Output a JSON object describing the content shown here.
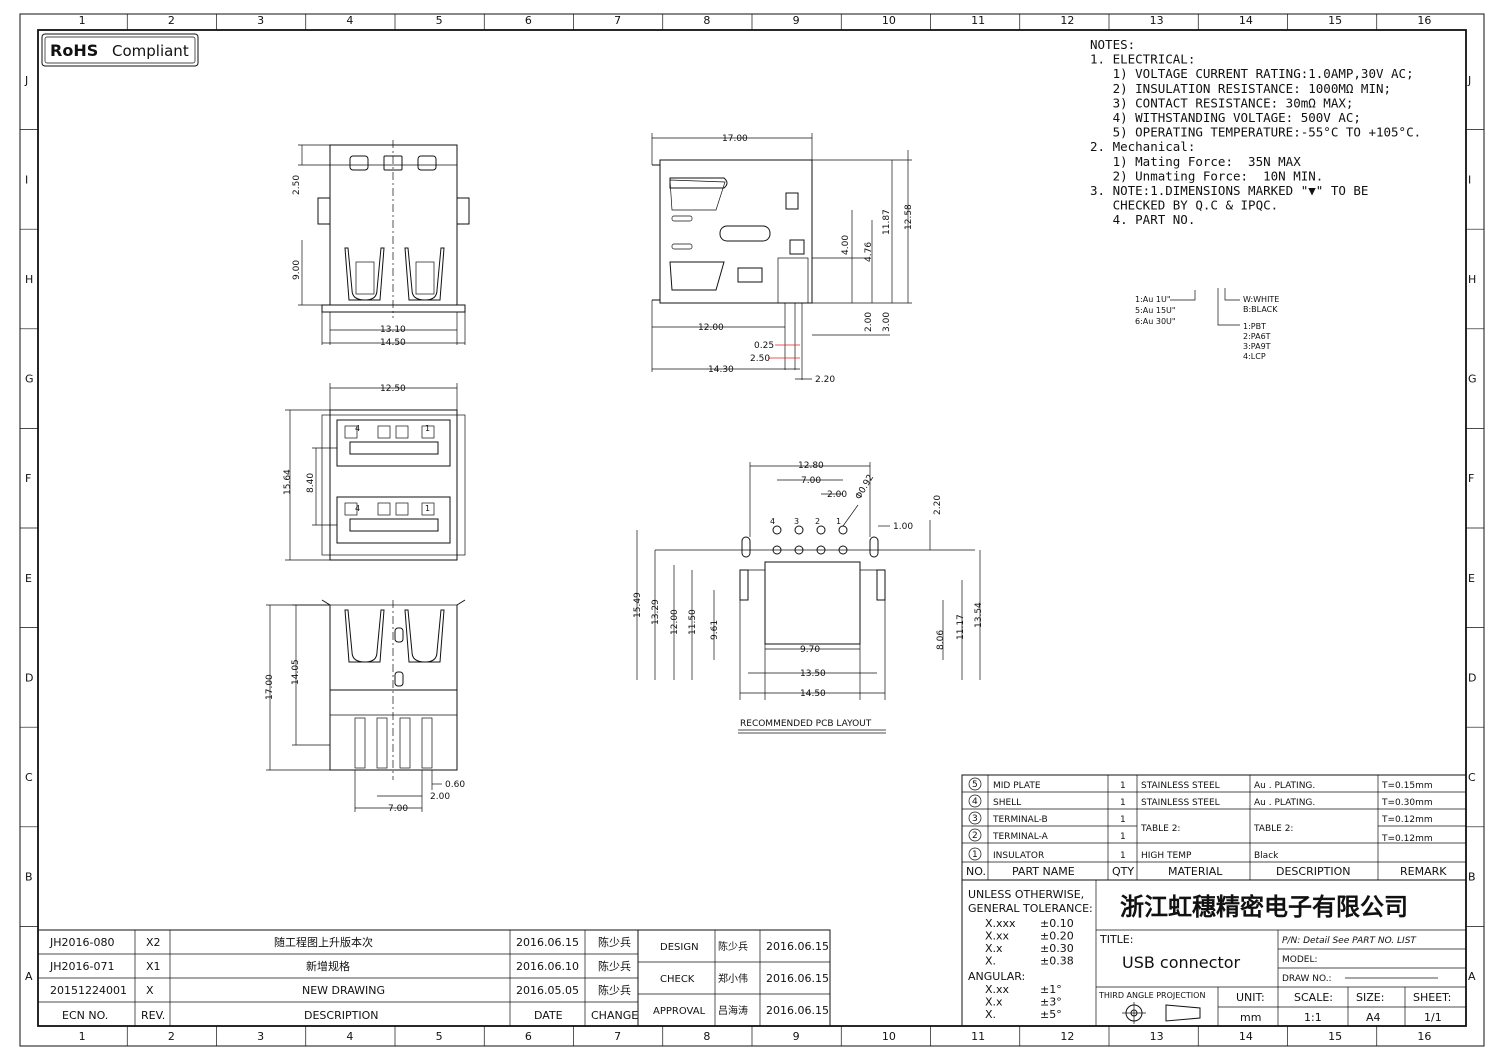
{
  "badge": {
    "rohs": "RoHS",
    "compliant": "Compliant"
  },
  "grid": {
    "columns": [
      "1",
      "2",
      "3",
      "4",
      "5",
      "6",
      "7",
      "8",
      "9",
      "10",
      "11",
      "12",
      "13",
      "14",
      "15",
      "16"
    ],
    "rows": [
      "J",
      "I",
      "H",
      "G",
      "F",
      "E",
      "D",
      "C",
      "B",
      "A"
    ]
  },
  "notes": [
    "NOTES:",
    "1. ELECTRICAL:",
    "   1) VOLTAGE CURRENT RATING:1.0AMP,30V AC;",
    "   2) INSULATION RESISTANCE: 1000MΩ MIN;",
    "   3) CONTACT RESISTANCE: 30mΩ MAX;",
    "   4) WITHSTANDING VOLTAGE: 500V AC;",
    "   5) OPERATING TEMPERATURE:-55°C TO +105°C.",
    "2. Mechanical:",
    "   1) Mating Force:  35N MAX",
    "   2) Unmating Force:  10N MIN.",
    "3. NOTE:1.DIMENSIONS MARKED \"▼\" TO BE",
    "   CHECKED BY Q.C & IPQC.",
    "   4. PART NO."
  ],
  "part_no_legend": {
    "plating": [
      "1:Au  1U\"",
      "5:Au  15U\"",
      "6:Au  30U\""
    ],
    "color": [
      "W:WHITE",
      "B:BLACK"
    ],
    "material": [
      "1:PBT",
      "2:PA6T",
      "3:PA9T",
      "4:LCP"
    ]
  },
  "dims": {
    "top": {
      "d250": "2.50",
      "d900": "9.00",
      "d1310": "13.10",
      "d1450": "14.50"
    },
    "front": {
      "d1250": "12.50",
      "d1564": "15.64",
      "d840": "8.40",
      "pin4a": "4",
      "pin1a": "1",
      "pin4b": "4",
      "pin1b": "1"
    },
    "bottom": {
      "d1700": "17.00",
      "d1405": "14.05",
      "d060": "0.60",
      "d200": "2.00",
      "d700": "7.00"
    },
    "side": {
      "d1700": "17.00",
      "d1187": "11.87",
      "d1258": "12.58",
      "d400": "4.00",
      "d476": "4.76",
      "d200": "2.00",
      "d300": "3.00",
      "d1200": "12.00",
      "d025": "0.25",
      "d250": "2.50",
      "d1430": "14.30",
      "d220": "2.20"
    },
    "pcb": {
      "d1280": "12.80",
      "d700": "7.00",
      "d200": "2.00",
      "d092": "Φ0.92",
      "d100": "1.00",
      "d220": "2.20",
      "d1549": "15.49",
      "d1329": "13.29",
      "d1200": "12.00",
      "d1150": "11.50",
      "d961": "9.61",
      "d970": "9.70",
      "d1350": "13.50",
      "d1450": "14.50",
      "d806": "8.06",
      "d1117": "11.17",
      "d1354": "13.54",
      "p4": "4",
      "p3": "3",
      "p2": "2",
      "p1": "1",
      "caption": "RECOMMENDED PCB LAYOUT"
    }
  },
  "bom": {
    "rows": [
      {
        "no": "5",
        "name": "MID PLATE",
        "qty": "1",
        "material": "STAINLESS STEEL",
        "desc": "Au . PLATING.",
        "remark": "T=0.15mm"
      },
      {
        "no": "4",
        "name": "SHELL",
        "qty": "1",
        "material": "STAINLESS STEEL",
        "desc": "Au . PLATING.",
        "remark": "T=0.30mm"
      },
      {
        "no": "3",
        "name": "TERMINAL-B",
        "qty": "1",
        "material": "TABLE 2:",
        "desc": "TABLE 2:",
        "remark": "T=0.12mm"
      },
      {
        "no": "2",
        "name": "TERMINAL-A",
        "qty": "1",
        "material": "",
        "desc": "",
        "remark": "T=0.12mm"
      },
      {
        "no": "1",
        "name": "INSULATOR",
        "qty": "1",
        "material": "HIGH TEMP",
        "desc": "Black",
        "remark": ""
      }
    ],
    "headers": {
      "no": "NO.",
      "name": "PART NAME",
      "qty": "QTY",
      "material": "MATERIAL",
      "desc": "DESCRIPTION",
      "remark": "REMARK"
    }
  },
  "tolerance": {
    "title1": "UNLESS OTHERWISE,",
    "title2": "GENERAL TOLERANCE:",
    "lines": [
      [
        "X.xxx",
        "±0.10"
      ],
      [
        "X.xx",
        "±0.20"
      ],
      [
        "X.x",
        "±0.30"
      ],
      [
        "X.",
        "±0.38"
      ]
    ],
    "angular": "ANGULAR:",
    "angles": [
      [
        "X.xx",
        "±1°"
      ],
      [
        "X.x",
        "±3°"
      ],
      [
        "X.",
        "±5°"
      ]
    ]
  },
  "company": "浙江虹穗精密电子有限公司",
  "title_block": {
    "title_label": "TITLE:",
    "title": "USB connector",
    "pn": "P/N: Detail  See  PART  NO.  LIST",
    "model": "MODEL:",
    "draw_no": "DRAW  NO.:",
    "projection": "THIRD ANGLE PROJECTION",
    "unit_label": "UNIT:",
    "unit": "mm",
    "scale_label": "SCALE:",
    "scale": "1:1",
    "size_label": "SIZE:",
    "size": "A4",
    "sheet_label": "SHEET:",
    "sheet": "1/1"
  },
  "revisions": [
    {
      "ecn": "JH2016-080",
      "rev": "X2",
      "desc": "随工程图上升版本次",
      "date": "2016.06.15",
      "change": "陈少兵"
    },
    {
      "ecn": "JH2016-071",
      "rev": "X1",
      "desc": "新增规格",
      "date": "2016.06.10",
      "change": "陈少兵"
    },
    {
      "ecn": "20151224001",
      "rev": "X",
      "desc": "NEW DRAWING",
      "date": "2016.05.05",
      "change": "陈少兵"
    }
  ],
  "rev_headers": {
    "ecn": "ECN  NO.",
    "rev": "REV.",
    "desc": "DESCRIPTION",
    "date": "DATE",
    "change": "CHANGE"
  },
  "approvals": [
    {
      "role": "DESIGN",
      "name": "陈少兵",
      "date": "2016.06.15"
    },
    {
      "role": "CHECK",
      "name": "郑小伟",
      "date": "2016.06.15"
    },
    {
      "role": "APPROVAL",
      "name": "吕海涛",
      "date": "2016.06.15"
    }
  ]
}
